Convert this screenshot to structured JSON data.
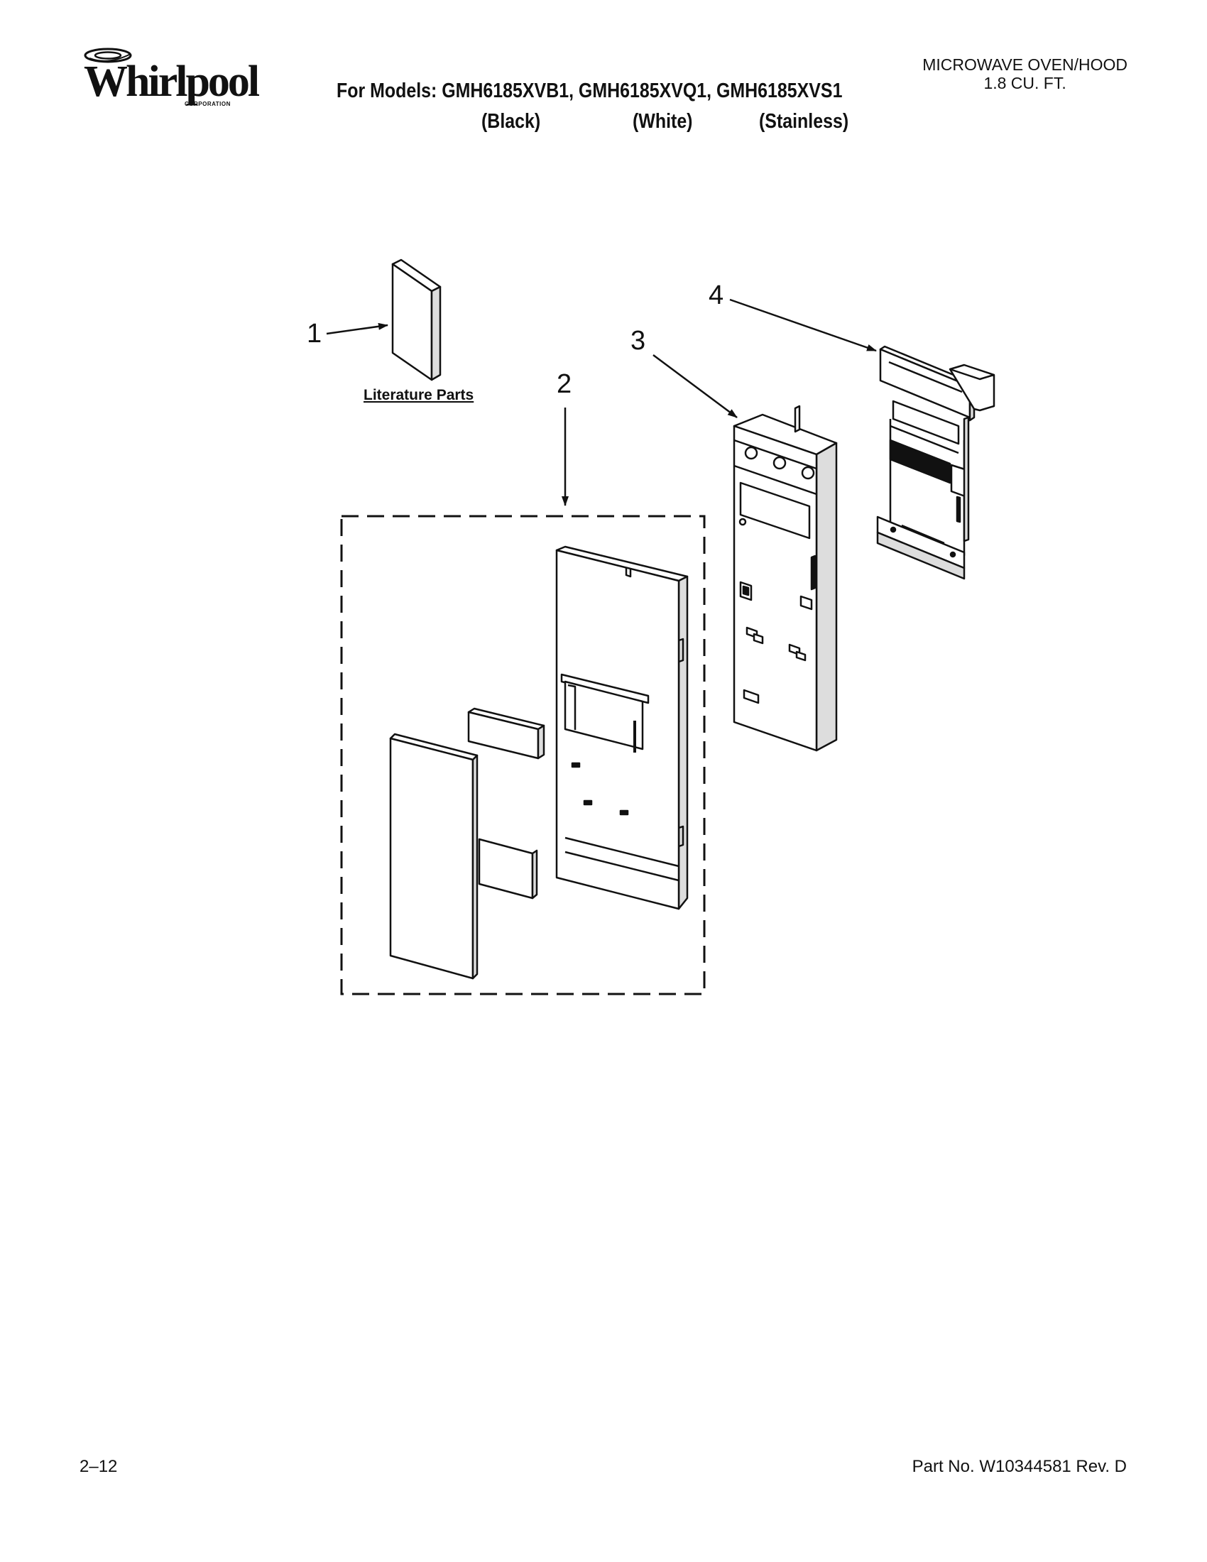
{
  "header": {
    "brand": "Whirlpool",
    "brand_sub": "CORPORATION",
    "models_line": "For Models: GMH6185XVB1, GMH6185XVQ1, GMH6185XVS1",
    "variants": [
      "(Black)",
      "(White)",
      "(Stainless)"
    ],
    "product_line1": "MICROWAVE OVEN/HOOD",
    "product_line2": "1.8 CU. FT."
  },
  "diagram": {
    "callouts": [
      "1",
      "2",
      "3",
      "4"
    ],
    "literature_label": "Literature Parts"
  },
  "footer": {
    "page_number": "2–12",
    "part_number": "Part No. W10344581 Rev. D"
  }
}
